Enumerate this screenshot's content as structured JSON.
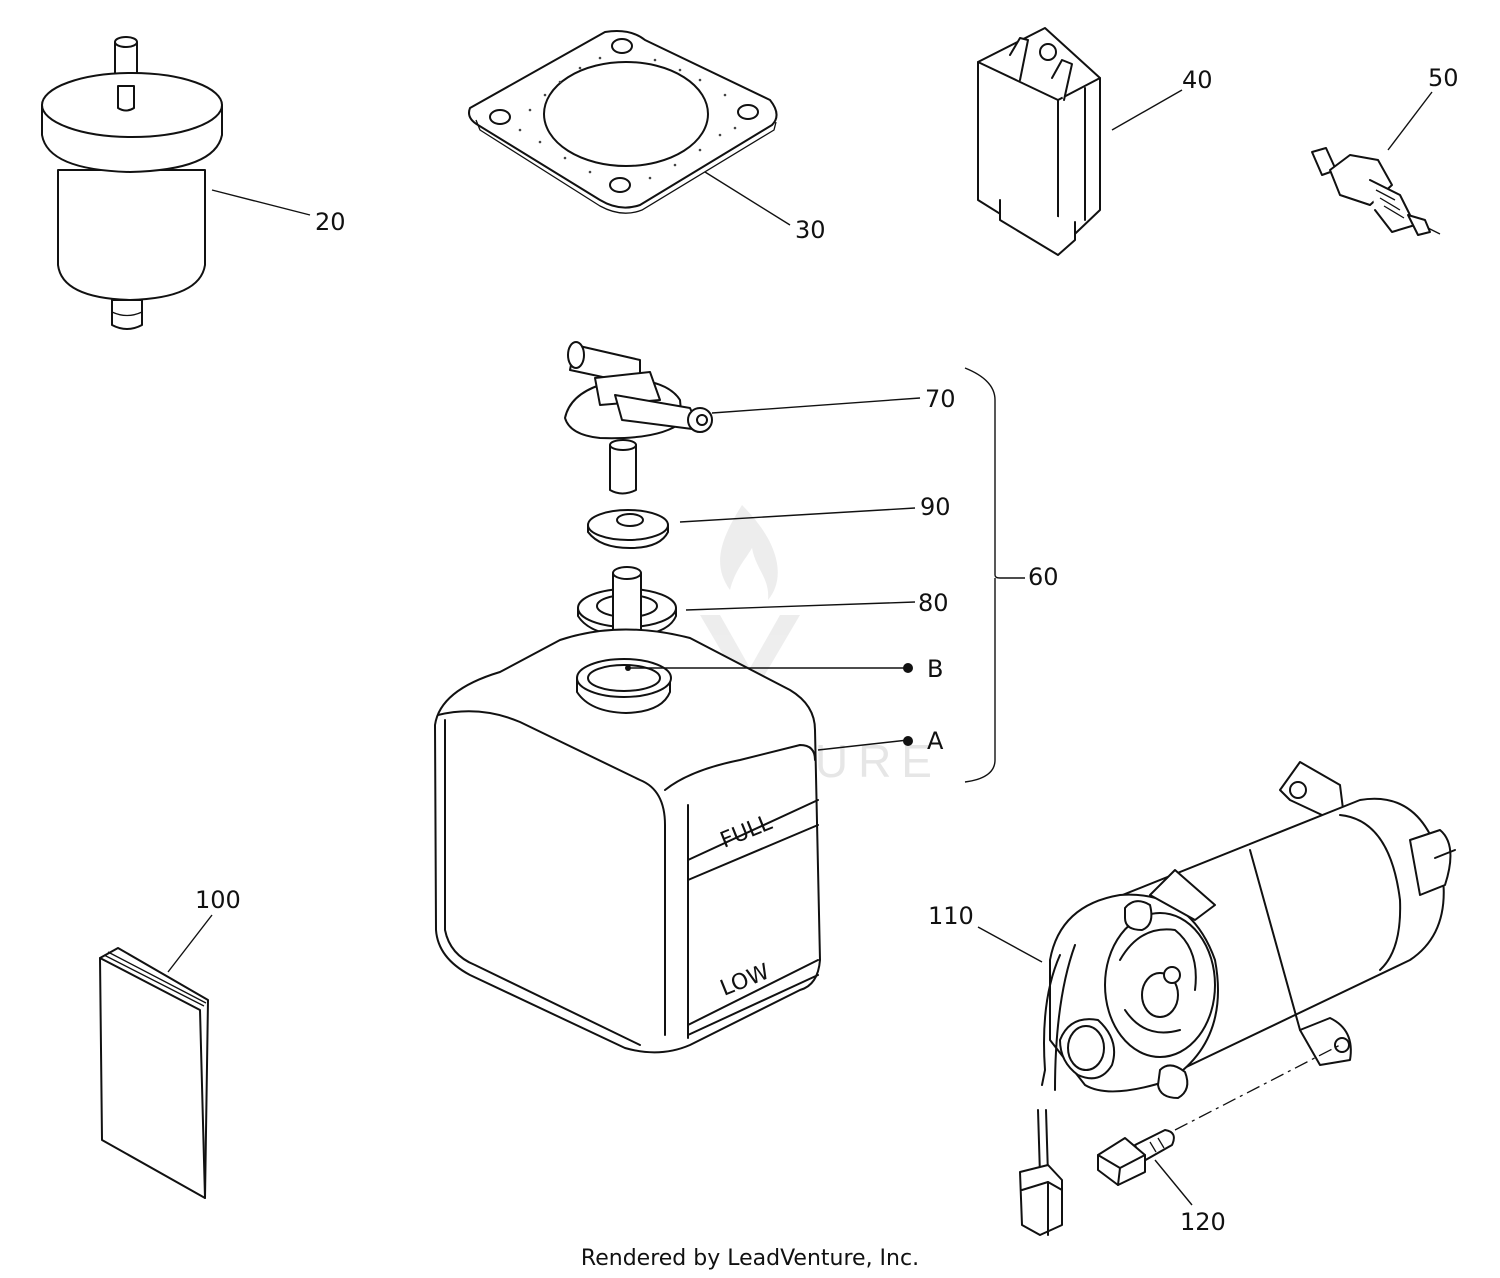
{
  "diagram": {
    "callouts": {
      "c20": "20",
      "c30": "30",
      "c40": "40",
      "c50": "50",
      "c60": "60",
      "c70": "70",
      "c90": "90",
      "c80": "80",
      "cB": "B",
      "cA": "A",
      "c100": "100",
      "c110": "110",
      "c120": "120"
    },
    "tank_markings": {
      "full": "FULL",
      "low": "LOW"
    },
    "watermark": "LEADVENTURE",
    "footer": "Rendered by LeadVenture, Inc."
  }
}
